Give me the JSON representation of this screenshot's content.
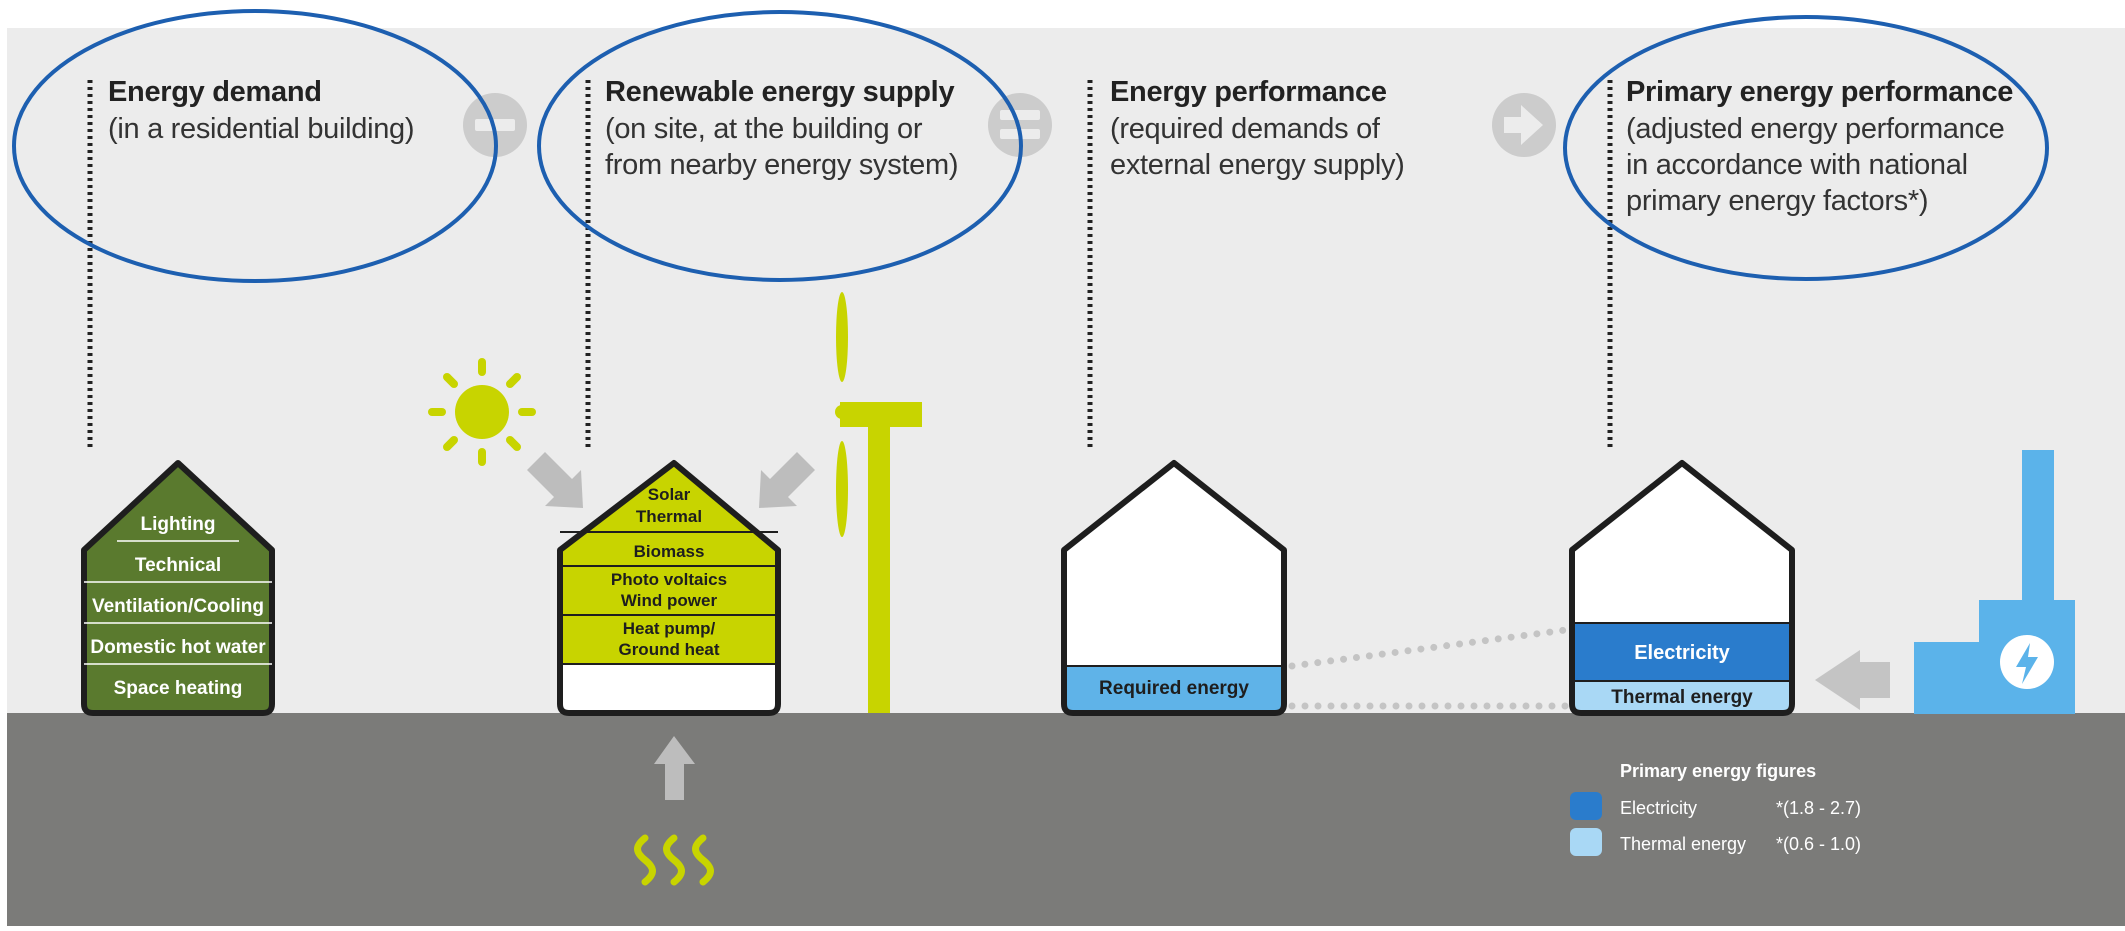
{
  "columns": [
    {
      "title": "Energy demand",
      "lines": [
        "(in a residential building)"
      ]
    },
    {
      "title": "Renewable energy supply",
      "lines": [
        "(on site, at the building or",
        "from nearby energy system)"
      ]
    },
    {
      "title": "Energy performance",
      "lines": [
        "(required demands of",
        "external energy supply)"
      ]
    },
    {
      "title": "Primary energy performance",
      "lines": [
        "(adjusted energy performance",
        "in accordance with national",
        "primary energy factors*)"
      ]
    }
  ],
  "demand_layers": [
    "Lighting",
    "Technical",
    "Ventilation/Cooling",
    "Domestic hot water",
    "Space heating"
  ],
  "renewable_layers": [
    [
      "Solar",
      "Thermal"
    ],
    [
      "Biomass"
    ],
    [
      "Photo voltaics",
      "Wind power"
    ],
    [
      "Heat pump/",
      "Ground heat"
    ]
  ],
  "required_label": "Required energy",
  "primary_layers": {
    "electricity": "Electricity",
    "thermal": "Thermal energy"
  },
  "legend": {
    "title": "Primary energy figures",
    "items": [
      {
        "label": "Electricity",
        "factor": "*(1.8 - 2.7)",
        "color": "#2a7ccc"
      },
      {
        "label": "Thermal energy",
        "factor": "*(0.6 - 1.0)",
        "color": "#a9d8f5"
      }
    ]
  },
  "colors": {
    "background": "#ececec",
    "ground": "#7b7b79",
    "demand_green": "#5a7a2e",
    "renewable_yellow": "#c8d400",
    "required_blue": "#5fb3e8",
    "electricity_blue": "#2a7ccc",
    "thermal_blue": "#a9d8f5",
    "factory_blue": "#5bb3ea",
    "annotation_blue": "#1d5fb0"
  },
  "icons": [
    "minus-icon",
    "equals-icon",
    "arrow-right-icon",
    "sun-icon",
    "wind-turbine-icon",
    "geothermal-heat-icon",
    "lightning-icon",
    "factory-icon"
  ]
}
